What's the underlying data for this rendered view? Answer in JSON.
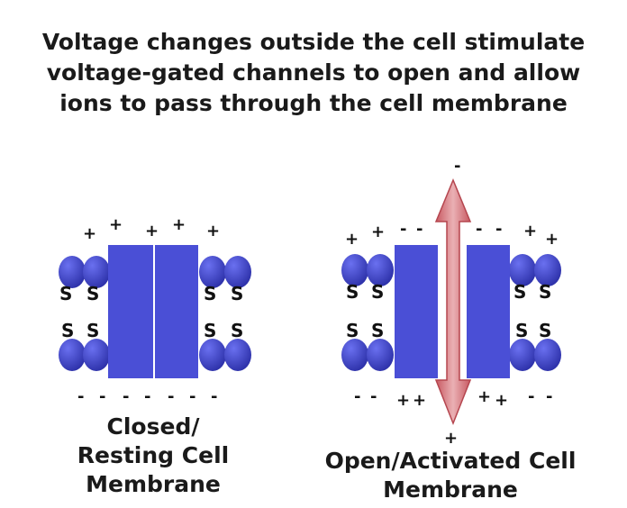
{
  "title": {
    "line1": "Voltage changes outside the cell stimulate",
    "line2": "voltage-gated channels to open and allow",
    "line3": "ions to pass through the cell membrane"
  },
  "closed": {
    "caption_line1": "Closed/",
    "caption_line2": "Resting Cell",
    "caption_line3": "Membrane",
    "disulfide_letter": "S",
    "top_charge": "+",
    "bottom_charge": "-"
  },
  "open": {
    "caption_line1": "Open/Activated Cell",
    "caption_line2": "Membrane",
    "arrow_top_label": "-",
    "arrow_bottom_label": "+",
    "top_left_charge": "+",
    "top_inner_charge": "-",
    "top_right_charge": "+",
    "bottom_outer_charge": "-",
    "bottom_inner_charge": "+",
    "disulfide_letter": "S"
  },
  "colors": {
    "channel": "#4a4fd6",
    "lipid": "#3e44c8",
    "arrow": "#d98a8f"
  }
}
